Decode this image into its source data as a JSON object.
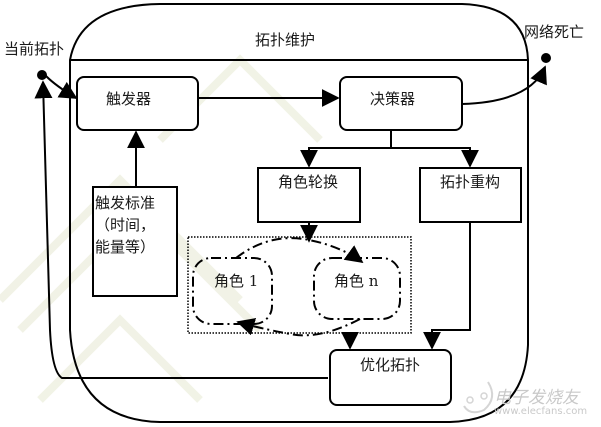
{
  "diagram": {
    "container": {
      "title": "拓扑维护"
    },
    "initial_state": {
      "label": "当前拓扑"
    },
    "final_state": {
      "label": "网络死亡"
    },
    "nodes": {
      "trigger": {
        "label": "触发器"
      },
      "decider": {
        "label": "决策器"
      },
      "role_rotation": {
        "label": "角色轮换"
      },
      "topology_rebuild": {
        "label": "拓扑重构"
      },
      "trigger_criteria": {
        "line1": "触发标准",
        "line2": "（时间，",
        "line3": "能量等）"
      },
      "role_1": {
        "label": "角色 1"
      },
      "role_n": {
        "label": "角色 n"
      },
      "optimize_topology": {
        "label": "优化拓扑"
      }
    },
    "edges": [
      {
        "from": "当前拓扑",
        "to": "触发器"
      },
      {
        "from": "触发器",
        "to": "决策器"
      },
      {
        "from": "决策器",
        "to": "网络死亡"
      },
      {
        "from": "决策器",
        "to": "角色轮换"
      },
      {
        "from": "决策器",
        "to": "拓扑重构"
      },
      {
        "from": "触发标准",
        "to": "触发器"
      },
      {
        "from": "角色轮换",
        "to": "角色 n"
      },
      {
        "from": "角色 n",
        "to": "角色 1"
      },
      {
        "from": "角色轮换组",
        "to": "优化拓扑"
      },
      {
        "from": "拓扑重构",
        "to": "优化拓扑"
      },
      {
        "from": "优化拓扑",
        "to": "当前拓扑"
      }
    ]
  },
  "watermark": {
    "brand": "电子发烧友",
    "url": "www.elecfans.com"
  }
}
